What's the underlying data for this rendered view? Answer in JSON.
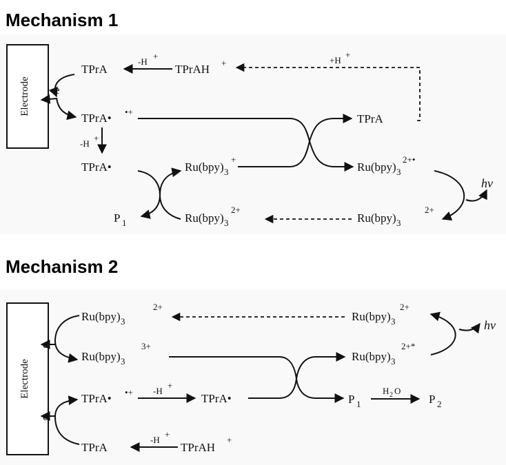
{
  "mechanism1": {
    "title": "Mechanism 1",
    "electrode_label": "Electrode",
    "e": "e",
    "tpra": "TPrA",
    "minus_h": "-H",
    "plus_h": "+H",
    "plus": "+",
    "tprah": "TPrAH",
    "tpra_radcat": "TPrA•",
    "radcat_sup": "•+",
    "tpra_rad": "TPrA•",
    "ru_bpy": "Ru(bpy)",
    "sub3": "3",
    "sup_plus": "+",
    "sup_2plus": "2+",
    "sup_2plus_star": "2+•",
    "p": "P",
    "sub1": "1",
    "hv": "hv"
  },
  "mechanism2": {
    "title": "Mechanism 2",
    "electrode_label": "Electrode",
    "e": "e",
    "ru_bpy": "Ru(bpy)",
    "sub3": "3",
    "sup_2plus": "2+",
    "sup_3plus": "3+",
    "sup_2plus_star": "2+*",
    "tpra_radcat": "TPrA•",
    "radcat_sup": "•+",
    "tpra_rad": "TPrA•",
    "minus_h": "-H",
    "plus": "+",
    "tpra": "TPrA",
    "tprah": "TPrAH",
    "p": "P",
    "sub1": "1",
    "sub2": "2",
    "h2o_h": "H",
    "h2o_o": "O",
    "hv": "hv"
  }
}
